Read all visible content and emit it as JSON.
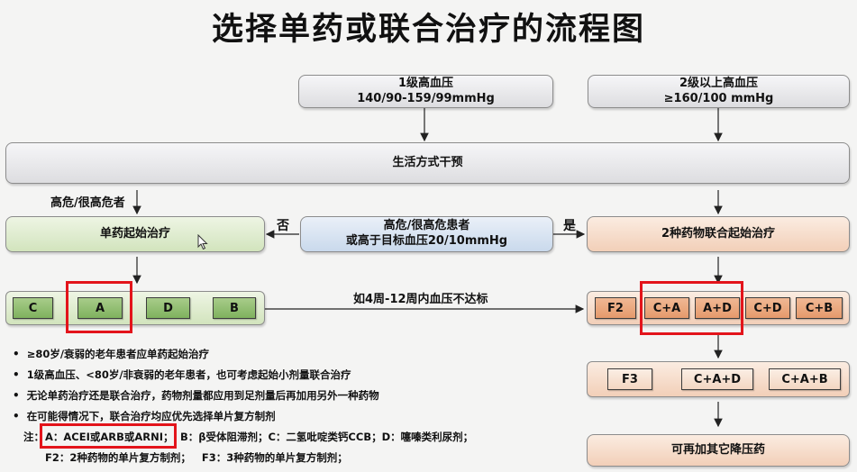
{
  "title": "选择单药或联合治疗的流程图",
  "boxes": {
    "grade1_line1": "1级高血压",
    "grade1_line2": "140/90-159/99mmHg",
    "grade2_line1": "2级以上高血压",
    "grade2_line2": "≥160/100 mmHg",
    "lifestyle": "生活方式干预",
    "mono_start": "单药起始治疗",
    "risk_line1": "高危/很高危患者",
    "risk_line2": "或高于目标血压20/10mmHg",
    "dual_start": "2种药物联合起始治疗",
    "add_other": "可再加其它降压药"
  },
  "labels": {
    "high_risk": "高危/很高危者",
    "no": "否",
    "yes": "是",
    "not_reached": "如4周-12周内血压不达标"
  },
  "mono_chips": [
    "C",
    "A",
    "D",
    "B"
  ],
  "dual_chips": [
    "F2",
    "C+A",
    "A+D",
    "C+D",
    "C+B"
  ],
  "triple_chips": [
    "F3",
    "C+A+D",
    "C+A+B"
  ],
  "notes": {
    "bullets": [
      "≥80岁/衰弱的老年患者应单药起始治疗",
      "1级高血压、<80岁/非衰弱的老年患者，也可考虑起始小剂量联合治疗",
      "无论单药治疗还是联合治疗，药物剂量都应用到足剂量后再加用另外一种药物",
      "在可能得情况下，联合治疗均应优先选择单片复方制剂"
    ],
    "prefix": "注：",
    "a_def": "A：ACEI或ARB或ARNI；",
    "rest_line1": "B：β受体阻滞剂；C：二氢吡啶类钙CCB；D：噻嗪类利尿剂；",
    "line2": "F2：2种药物的单片复方制剂；   F3：3种药物的单片复方制剂；"
  },
  "colors": {
    "highlight": "#e3141b",
    "green_chip": "#7fb25e",
    "peach_chip": "#e59a6c"
  }
}
